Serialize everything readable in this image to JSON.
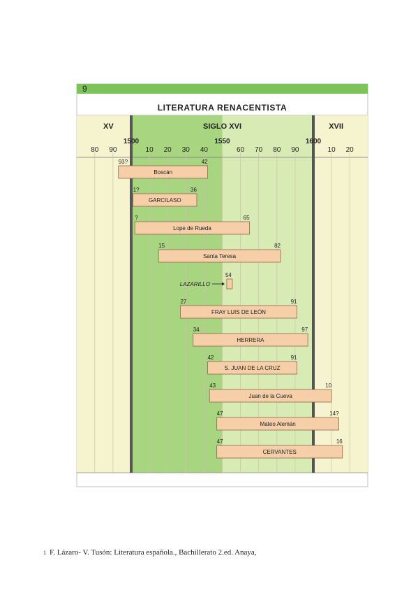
{
  "page": {
    "footnote_number": "1",
    "footnote_text": "F. Lázaro- V. Tusón: Literatura española., Bachillerato 2.ed. Anaya,"
  },
  "chart_data": {
    "type": "bar",
    "orientation": "horizontal",
    "page_number": "9",
    "title": "LITERATURA RENACENTISTA",
    "sections": [
      {
        "label": "XV",
        "from": 1475,
        "to": 1500
      },
      {
        "label": "SIGLO XVI",
        "from": 1500,
        "to": 1600
      },
      {
        "label": "XVII",
        "from": 1600,
        "to": 1625
      }
    ],
    "xlim": [
      1475,
      1625
    ],
    "ticks": [
      {
        "value": 1480,
        "label": "80"
      },
      {
        "value": 1490,
        "label": "90"
      },
      {
        "value": 1500,
        "label": "1500"
      },
      {
        "value": 1510,
        "label": "10"
      },
      {
        "value": 1520,
        "label": "20"
      },
      {
        "value": 1530,
        "label": "30"
      },
      {
        "value": 1540,
        "label": "40"
      },
      {
        "value": 1550,
        "label": "1550"
      },
      {
        "value": 1560,
        "label": "60"
      },
      {
        "value": 1570,
        "label": "70"
      },
      {
        "value": 1580,
        "label": "80"
      },
      {
        "value": 1590,
        "label": "90"
      },
      {
        "value": 1600,
        "label": "1600"
      },
      {
        "value": 1610,
        "label": "10"
      },
      {
        "value": 1620,
        "label": "20"
      }
    ],
    "bars": [
      {
        "name": "Boscán",
        "start": 1493,
        "end": 1542,
        "start_label": "93?",
        "end_label": "42",
        "italic": false
      },
      {
        "name": "GARCILASO",
        "start": 1501,
        "end": 1536,
        "start_label": "1?",
        "end_label": "36",
        "italic": false
      },
      {
        "name": "Lope de Rueda",
        "start": 1502,
        "end": 1565,
        "start_label": "?",
        "end_label": "65",
        "italic": false
      },
      {
        "name": "Santa Teresa",
        "start": 1515,
        "end": 1582,
        "start_label": "15",
        "end_label": "82",
        "italic": false
      },
      {
        "name": "LAZARILLO",
        "start": 1554,
        "end": 1554,
        "start_label": "",
        "end_label": "54",
        "italic": true,
        "point": true
      },
      {
        "name": "FRAY LUIS DE LEÓN",
        "start": 1527,
        "end": 1591,
        "start_label": "27",
        "end_label": "91",
        "italic": false
      },
      {
        "name": "HERRERA",
        "start": 1534,
        "end": 1597,
        "start_label": "34",
        "end_label": "97",
        "italic": false
      },
      {
        "name": "S. JUAN DE LA CRUZ",
        "start": 1542,
        "end": 1591,
        "start_label": "42",
        "end_label": "91",
        "italic": false
      },
      {
        "name": "Juan de la Cueva",
        "start": 1543,
        "end": 1610,
        "start_label": "43",
        "end_label": "10",
        "italic": false
      },
      {
        "name": "Mateo Alemán",
        "start": 1547,
        "end": 1614,
        "start_label": "47",
        "end_label": "14?",
        "italic": false
      },
      {
        "name": "CERVANTES",
        "start": 1547,
        "end": 1616,
        "start_label": "47",
        "end_label": "16",
        "italic": false
      }
    ],
    "colors": {
      "header_bar": "#7cc35a",
      "outer_bg": "#f6f3cf",
      "century_bg": "#d8ebb5",
      "first_half_bg": "#a8d580",
      "bar_fill": "#f6cfa8",
      "bar_stroke": "#8a6a48",
      "divider": "#555555"
    },
    "grid": true
  }
}
